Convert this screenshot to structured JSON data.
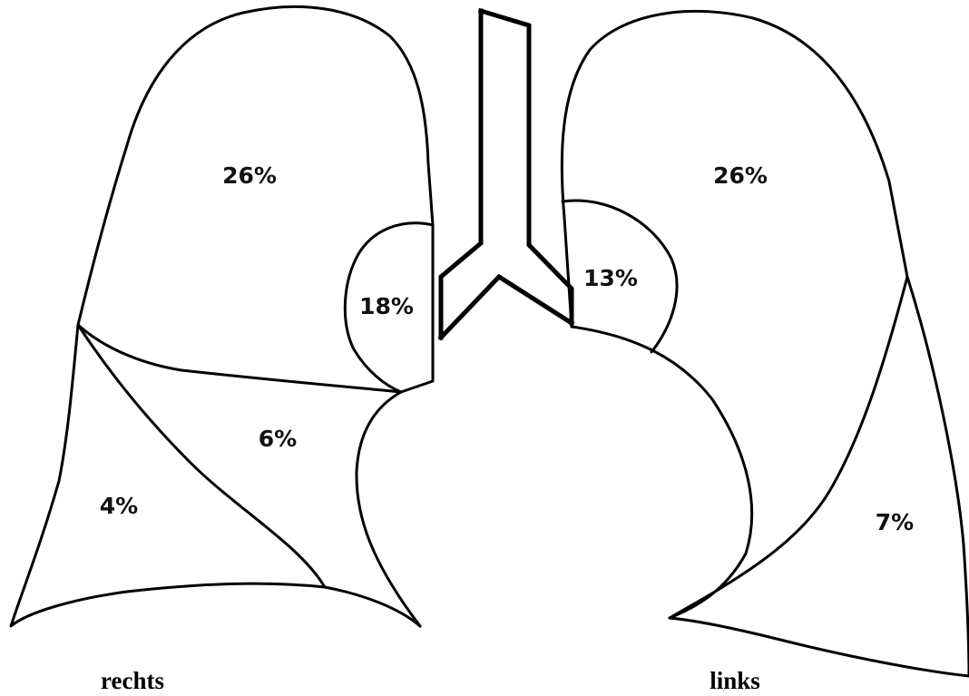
{
  "lungs": {
    "right": {
      "label": "rechts",
      "segments": {
        "upper": "26%",
        "hilar": "18%",
        "middle": "6%",
        "lower": "4%"
      }
    },
    "left": {
      "label": "links",
      "segments": {
        "upper": "26%",
        "hilar": "13%",
        "lower": "7%"
      }
    }
  },
  "colors": {
    "stroke": "#000000",
    "background": "#ffffff"
  }
}
